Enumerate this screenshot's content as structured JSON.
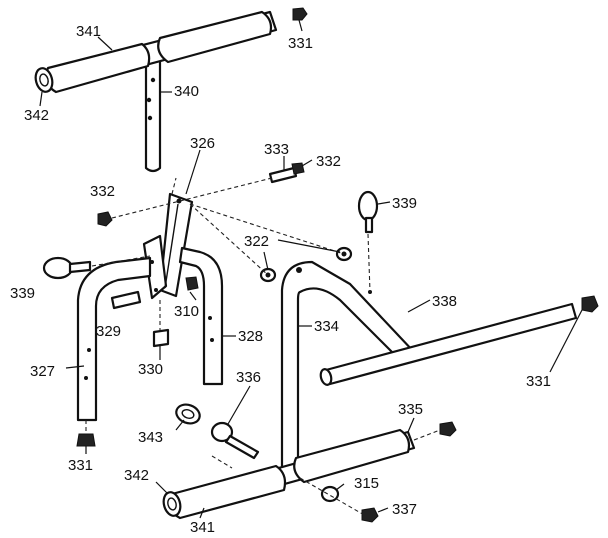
{
  "labels": {
    "l341_top": "341",
    "l331_top": "331",
    "l340": "340",
    "l342_top": "342",
    "l326": "326",
    "l333": "333",
    "l332_right": "332",
    "l332_left": "332",
    "l339_right": "339",
    "l322": "322",
    "l339_left": "339",
    "l338": "338",
    "l310": "310",
    "l329": "329",
    "l328": "328",
    "l334": "334",
    "l327": "327",
    "l330": "330",
    "l331_right": "331",
    "l336": "336",
    "l335": "335",
    "l343": "343",
    "l331_bottom": "331",
    "l342_bottom": "342",
    "l315": "315",
    "l337": "337",
    "l341_bottom": "341"
  }
}
